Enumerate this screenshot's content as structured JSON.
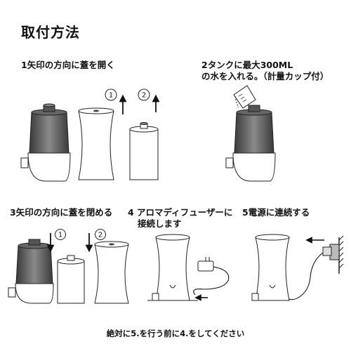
{
  "title": "取付方法",
  "steps": {
    "s1": "1矢印の方向に蓋を開く",
    "s2_line1": "2タンクに最大300ML",
    "s2_line2": "の水を入れる。（計量カップ付）",
    "s3": "3矢印の方向に蓋を閉める",
    "s4_line1": "4 アロマディフューザーに",
    "s4_line2": "接続します",
    "s5": "5電源に連続する"
  },
  "markers": {
    "one": "1",
    "two": "2"
  },
  "note": "絶対に5.を行う前に4.をしてください",
  "colors": {
    "line": "#222222",
    "shade": "#555555",
    "background": "#ffffff"
  }
}
